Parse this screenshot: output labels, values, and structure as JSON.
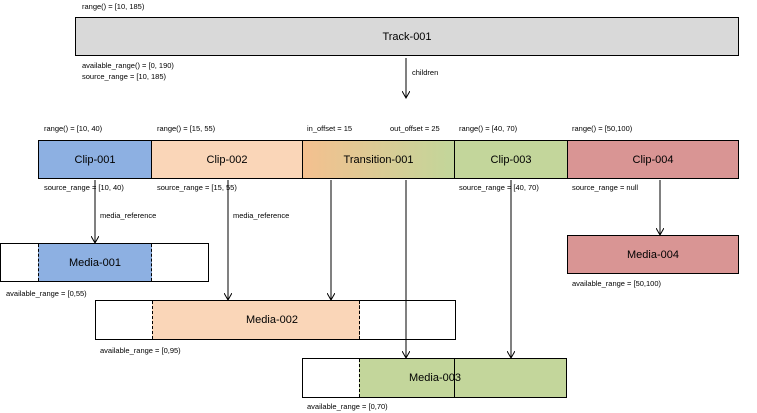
{
  "track": {
    "name": "Track-001",
    "range": "range() = [10, 185)",
    "available_range": "available_range() = [0, 190)",
    "source_range": "source_range = [10, 185)",
    "children_label": "children"
  },
  "clips": [
    {
      "name": "Clip-001",
      "range": "range() = [10, 40)",
      "source_range": "source_range = [10, 40)",
      "color": "#8db0e2"
    },
    {
      "name": "Clip-002",
      "range": "range() = [15, 55)",
      "source_range": "source_range = [15, 55)",
      "color": "#fad6b8"
    },
    {
      "name": "Transition-001",
      "in_offset": "in_offset = 15",
      "out_offset": "out_offset = 25",
      "color_start": "#f4c08f",
      "color_end": "#c2d69a"
    },
    {
      "name": "Clip-003",
      "range": "range() = [40, 70)",
      "source_range": "source_range = [40, 70)",
      "color": "#c3d69b"
    },
    {
      "name": "Clip-004",
      "range": "range() = [50,100)",
      "source_range": "source_range = null",
      "color": "#d99594"
    }
  ],
  "media_reference_label": "media_reference",
  "media": [
    {
      "name": "Media-001",
      "available_range": "available_range = [0,55)"
    },
    {
      "name": "Media-002",
      "available_range": "available_range = [0,95)"
    },
    {
      "name": "Media-003",
      "available_range": "available_range = [0,70)"
    },
    {
      "name": "Media-004",
      "available_range": "available_range = [50,100)"
    }
  ],
  "colors": {
    "track_fill": "#d9d9d9",
    "line": "#000000"
  }
}
